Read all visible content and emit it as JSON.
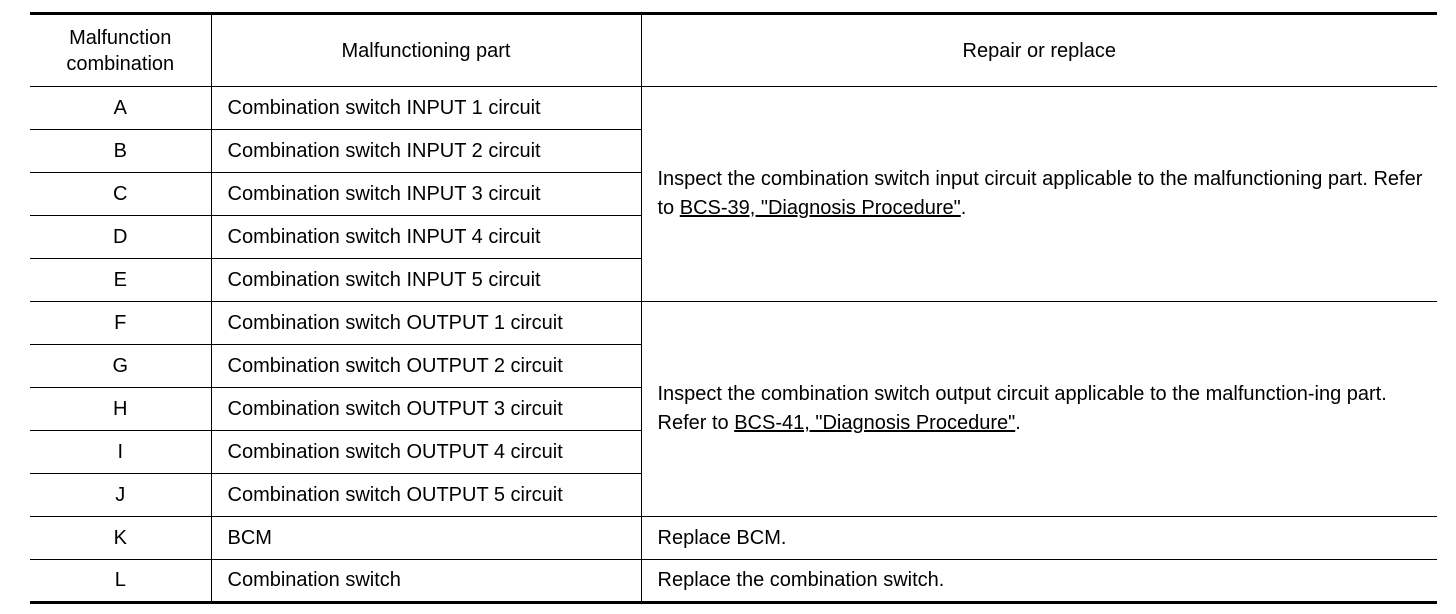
{
  "table": {
    "headers": {
      "combination": "Malfunction combination",
      "part": "Malfunctioning part",
      "action": "Repair or replace"
    },
    "rows": [
      {
        "code": "A",
        "part": "Combination switch INPUT 1 circuit"
      },
      {
        "code": "B",
        "part": "Combination switch INPUT 2 circuit"
      },
      {
        "code": "C",
        "part": "Combination switch INPUT 3 circuit"
      },
      {
        "code": "D",
        "part": "Combination switch INPUT 4 circuit"
      },
      {
        "code": "E",
        "part": "Combination switch INPUT 5 circuit"
      },
      {
        "code": "F",
        "part": "Combination switch OUTPUT 1 circuit"
      },
      {
        "code": "G",
        "part": "Combination switch OUTPUT 2 circuit"
      },
      {
        "code": "H",
        "part": "Combination switch OUTPUT 3 circuit"
      },
      {
        "code": "I",
        "part": "Combination switch OUTPUT 4 circuit"
      },
      {
        "code": "J",
        "part": "Combination switch OUTPUT 5 circuit"
      },
      {
        "code": "K",
        "part": "BCM"
      },
      {
        "code": "L",
        "part": "Combination switch"
      }
    ],
    "actions": {
      "input": {
        "text_before": "Inspect the combination switch input circuit applicable to the malfunctioning part. Refer to ",
        "link": "BCS-39, \"Diagnosis Procedure\"",
        "text_after": "."
      },
      "output": {
        "text_before": "Inspect the combination switch output circuit applicable to the malfunction-ing part. Refer to ",
        "link": "BCS-41, \"Diagnosis Procedure\"",
        "text_after": "."
      },
      "bcm": "Replace BCM.",
      "switch": "Replace the combination switch."
    }
  }
}
